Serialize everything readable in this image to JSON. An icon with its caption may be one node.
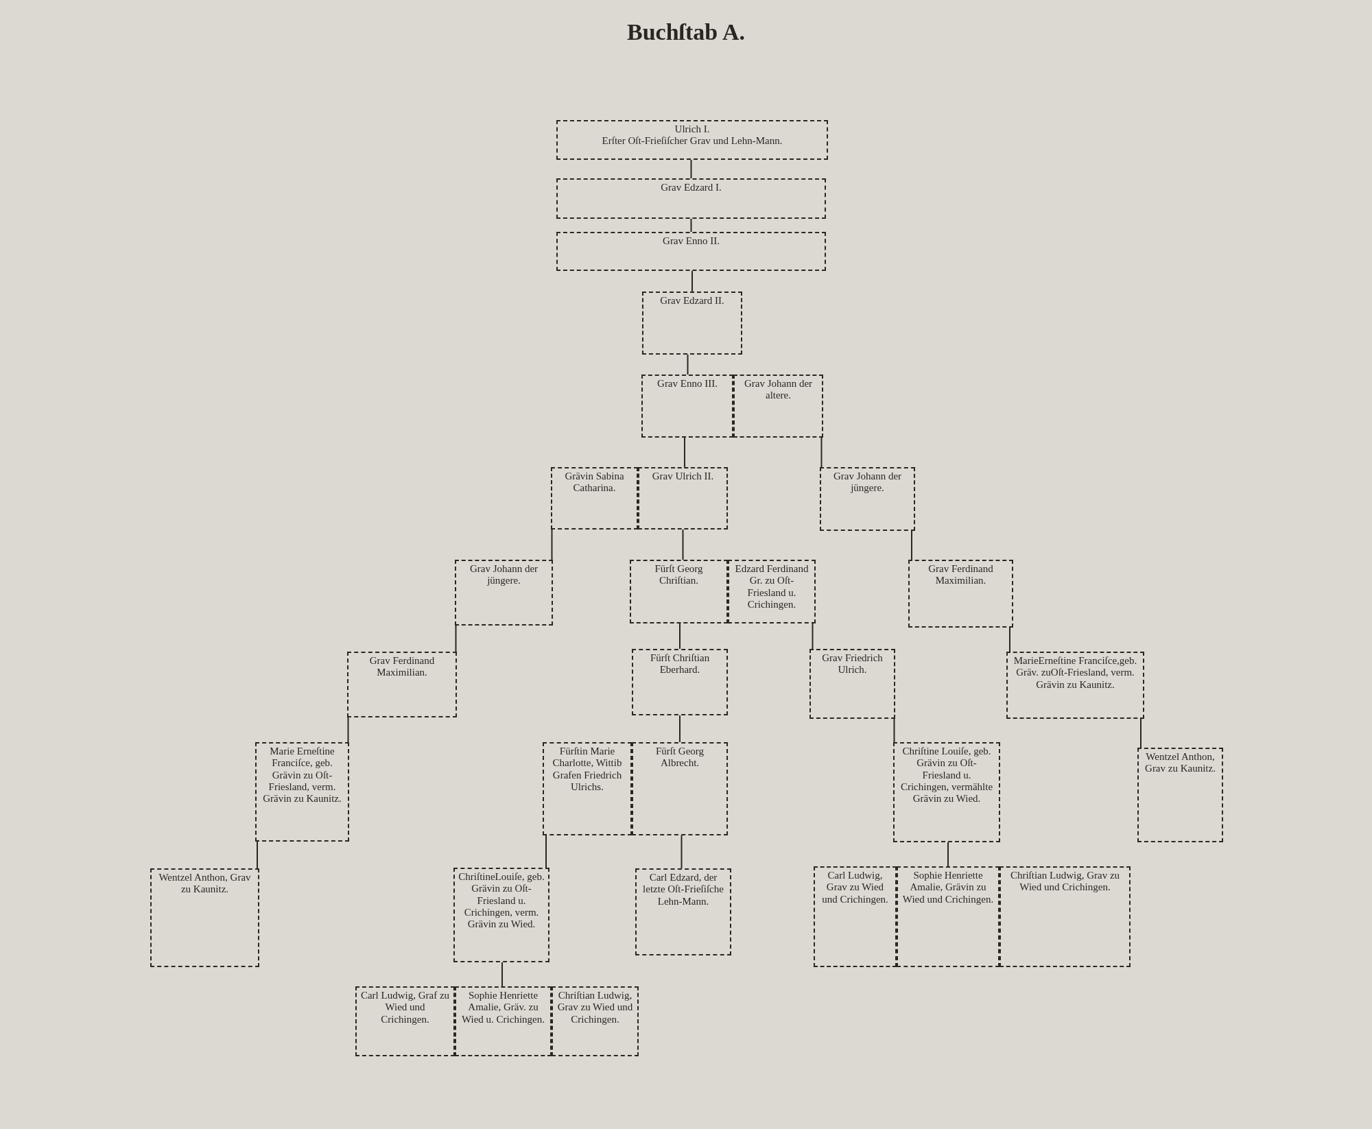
{
  "diagram": {
    "title": "Buchſtab A.",
    "nodes": [
      {
        "text": [
          "Ulrich I.",
          "Erſter Oſt-Frieſiſcher Grav und Lehn-Mann."
        ]
      },
      {
        "text": [
          "Grav Edzard I."
        ]
      },
      {
        "text": [
          "Grav Enno II."
        ]
      },
      {
        "text": [
          "Grav Edzard II."
        ]
      },
      {
        "text": [
          "Grav Enno III."
        ]
      },
      {
        "text": [
          "Grav Johann der altere."
        ]
      },
      {
        "text": [
          "Grävin Sabina Catharina."
        ]
      },
      {
        "text": [
          "Grav Ulrich II."
        ]
      },
      {
        "text": [
          "Grav Johann der jüngere."
        ]
      },
      {
        "text": [
          "Grav Johann der jüngere."
        ]
      },
      {
        "text": [
          "Fürſt Georg Chriſtian."
        ]
      },
      {
        "text": [
          "Edzard Ferdinand Gr. zu Oſt-Friesland u. Crichingen."
        ]
      },
      {
        "text": [
          "Grav Ferdinand Maximilian."
        ]
      },
      {
        "text": [
          "Grav Ferdinand Maximilian."
        ]
      },
      {
        "text": [
          "Fürſt Chriſtian Eberhard."
        ]
      },
      {
        "text": [
          "Grav Friedrich Ulrich."
        ]
      },
      {
        "text": [
          "MarieErneſtine Franciſce,geb. Gräv. zuOſt-Friesland, verm. Grävin zu Kaunitz."
        ]
      },
      {
        "text": [
          "Marie Erneſtine Franciſce, geb. Grävin zu Oſt-Friesland, verm. Grävin zu Kaunitz."
        ]
      },
      {
        "text": [
          "Fürſtin Marie Charlotte, Wittib Grafen Friedrich Ulrichs."
        ]
      },
      {
        "text": [
          "Fürſt Georg Albrecht."
        ]
      },
      {
        "text": [
          "Chriſtine Louiſe, geb. Grävin zu Oſt-Friesland u. Crichingen, vermählte Grävin zu Wied."
        ]
      },
      {
        "text": [
          "Wentzel Anthon, Grav zu Kaunitz."
        ]
      },
      {
        "text": [
          "Wentzel Anthon, Grav zu Kaunitz."
        ]
      },
      {
        "text": [
          "ChriſtineLouiſe, geb. Grävin zu Oſt-Friesland u. Crichingen, verm. Grävin zu Wied."
        ]
      },
      {
        "text": [
          "Carl Edzard, der letzte Oſt-Frieſiſche Lehn-Mann."
        ]
      },
      {
        "text": [
          "Carl Ludwig, Grav zu Wied und Crichingen."
        ]
      },
      {
        "text": [
          "Sophie Henriette Amalie, Grävin zu Wied und Crichingen."
        ]
      },
      {
        "text": [
          "Chriſtian Ludwig, Grav zu Wied und Crichingen."
        ]
      },
      {
        "text": [
          "Carl Ludwig, Graf zu Wied und Crichingen."
        ]
      },
      {
        "text": [
          "Sophie Henriette Amalie, Gräv. zu Wied u. Crichingen."
        ]
      },
      {
        "text": [
          "Chriſtian Ludwig, Grav zu Wied und Crichingen."
        ]
      }
    ],
    "edges": [
      {
        "from": 0,
        "to": 1,
        "arrow": "none"
      },
      {
        "from": 1,
        "to": 2,
        "arrow": "none"
      },
      {
        "from": 2,
        "to": 3,
        "arrow": "none"
      },
      {
        "from": 3,
        "to": 4,
        "arrow": "none"
      },
      {
        "from": 4,
        "to": 7,
        "arrow": "none"
      },
      {
        "from": 5,
        "to": 8,
        "arrow": "none"
      },
      {
        "from": 6,
        "to": 9,
        "arrow": "none"
      },
      {
        "from": 7,
        "to": 10,
        "arrow": "none"
      },
      {
        "from": 8,
        "to": 12,
        "arrow": "none"
      },
      {
        "from": 9,
        "to": 13,
        "arrow": "none"
      },
      {
        "from": 10,
        "to": 14,
        "arrow": "none"
      },
      {
        "from": 11,
        "to": 15,
        "arrow": "none"
      },
      {
        "from": 12,
        "to": 16,
        "arrow": "none"
      },
      {
        "from": 13,
        "to": 17,
        "arrow": "none"
      },
      {
        "from": 14,
        "to": 19,
        "arrow": "none"
      },
      {
        "from": 15,
        "to": 20,
        "arrow": "none"
      },
      {
        "from": 16,
        "to": 21,
        "arrow": "none"
      },
      {
        "from": 17,
        "to": 22,
        "arrow": "none"
      },
      {
        "from": 18,
        "to": 23,
        "arrow": "none"
      },
      {
        "from": 19,
        "to": 24,
        "arrow": "none"
      },
      {
        "from": 20,
        "to": 26,
        "arrow": "none"
      },
      {
        "from": 23,
        "to": 29,
        "arrow": "none"
      }
    ]
  }
}
